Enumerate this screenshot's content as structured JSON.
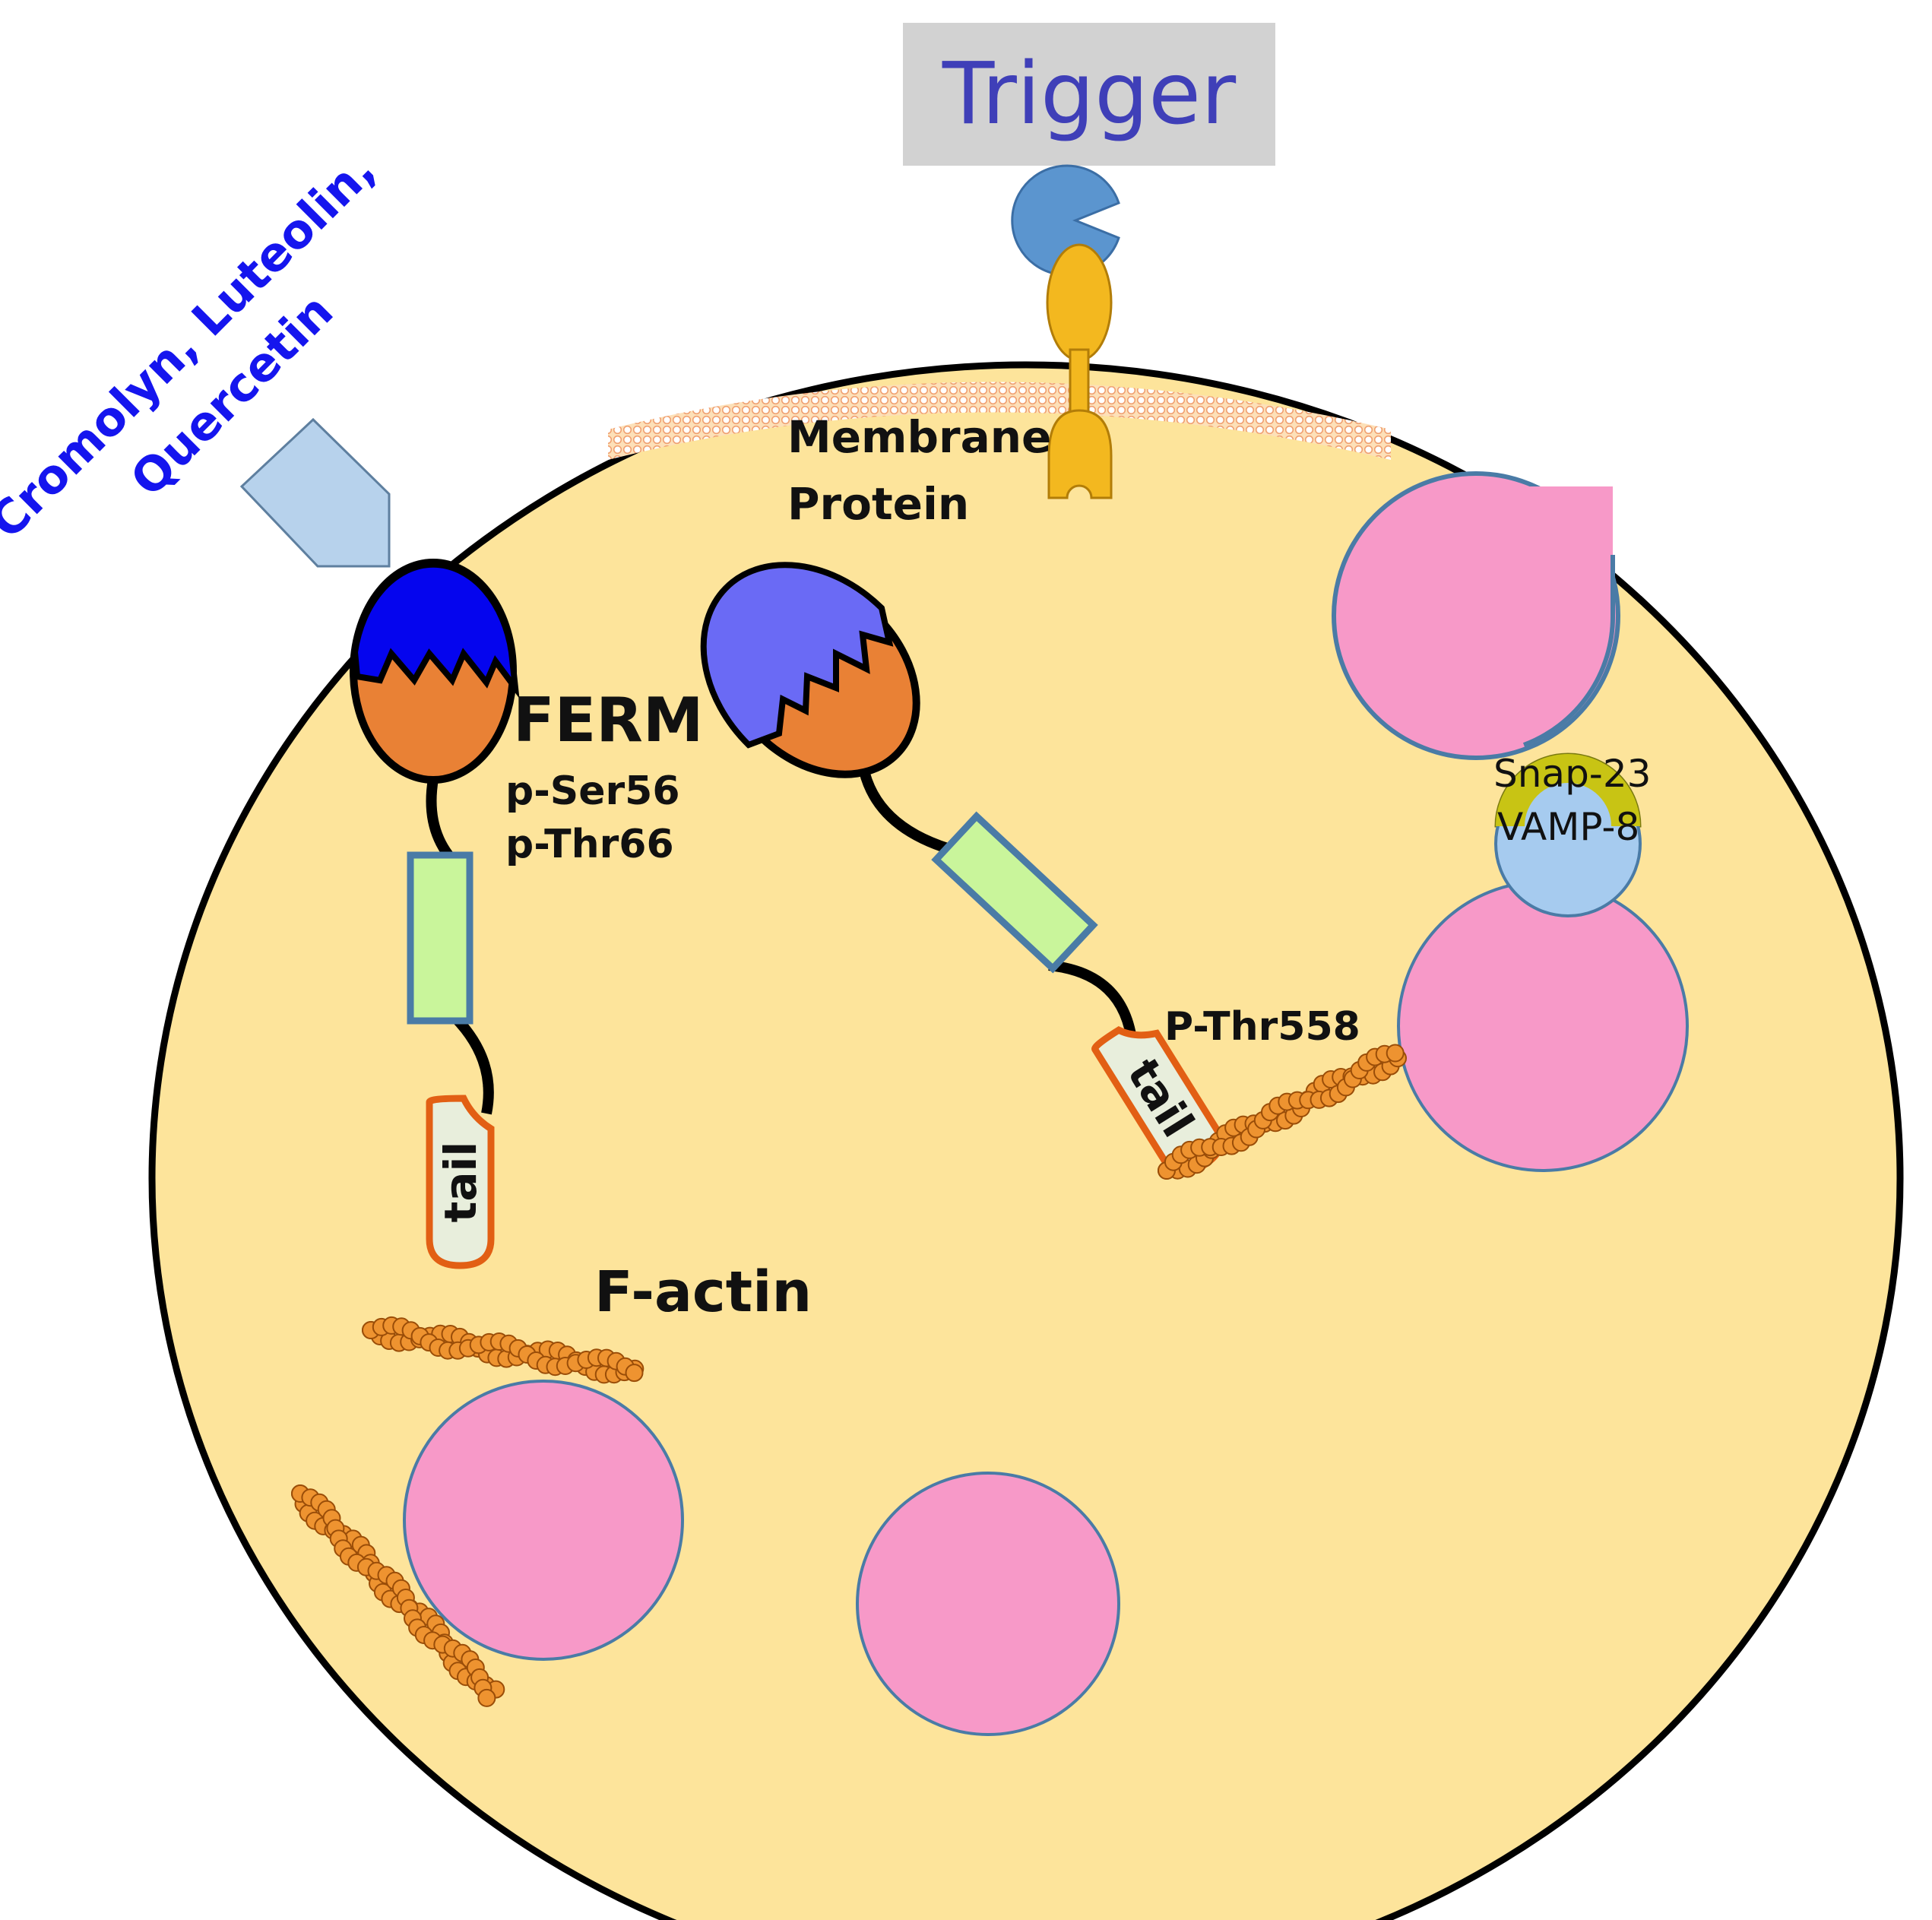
{
  "trigger": {
    "label": "Trigger"
  },
  "inhibitors": {
    "line1": "Cromolyn, Luteolin,",
    "line2": "Quercetin"
  },
  "membrane_protein": {
    "line1": "Membrane",
    "line2": "Protein"
  },
  "ferm": {
    "label": "FERM",
    "site1": "p-Ser56",
    "site2": "p-Thr66"
  },
  "tail": {
    "left": "tail",
    "right": "tail"
  },
  "phospho": {
    "label": "P-Thr558"
  },
  "snare": {
    "snap": "Snap-23",
    "vamp": "VAMP-8"
  },
  "factin": {
    "label": "F-actin"
  },
  "colors": {
    "cell": "#fde49b",
    "granule": "#f799c8",
    "granule_stroke": "#4a7ba6",
    "ferm_orange": "#e98135",
    "ferm_blue_inactive": "#0505ee",
    "ferm_blue_active": "#6a6af5",
    "linker_box": "#c9f59b",
    "linker_stroke": "#4a7ba6",
    "actin": "#ee9330",
    "receptor_yellow": "#f3b81f",
    "ligand_blue": "#5b95cf",
    "snap": "#c8c414",
    "vamp": "#a6cbef",
    "inhibitor_text": "#1515ee",
    "trigger_text": "#3f3fb8",
    "trigger_box": "#d2d2d2"
  }
}
